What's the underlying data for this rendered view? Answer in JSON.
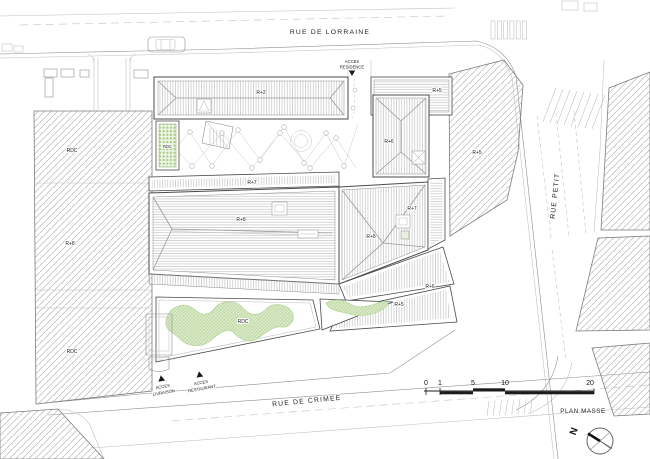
{
  "colors": {
    "paper": "#ffffff",
    "line_dark": "#4a4a4a",
    "line_mid": "#8f8f8f",
    "line_light": "#bdbdbd",
    "hatch_gray": "#b3b3b3",
    "green_fill": "#dfeccf",
    "green_line": "#abd08b",
    "text": "#1b1b1b"
  },
  "streets": {
    "lorraine": "RUE DE LORRAINE",
    "crimee": "RUE DE CRIMEE",
    "petit": "RUE PETIT"
  },
  "access_points": {
    "residence": {
      "line1": "ACCES",
      "line2": "RESIDENCE"
    },
    "livraison": {
      "line1": "ACCES",
      "line2": "LIVRAISON"
    },
    "restaurant": {
      "line1": "ACCES",
      "line2": "RESTAURANT"
    }
  },
  "buildings": {
    "r2_north": "R+2",
    "rdc_courtyard": "RDC",
    "r6_north": "R+6",
    "r5_north": "R+5",
    "r5_east_parcel": "R+5",
    "r7_strip": "R+7",
    "r8_west": "R+8",
    "r8_east": "R+8",
    "r7_northeast": "R+7",
    "r6_southeast": "R+6",
    "r5_southeast": "R+5",
    "rdc_garden": "RDC",
    "rdc_left_north": "RDC",
    "r8_left": "R+8",
    "rdc_left_south": "RDC"
  },
  "scale_bar": {
    "ticks": [
      "0",
      "1",
      "5",
      "10",
      "20"
    ]
  },
  "title": "PLAN MASSE",
  "north_letter": "N"
}
